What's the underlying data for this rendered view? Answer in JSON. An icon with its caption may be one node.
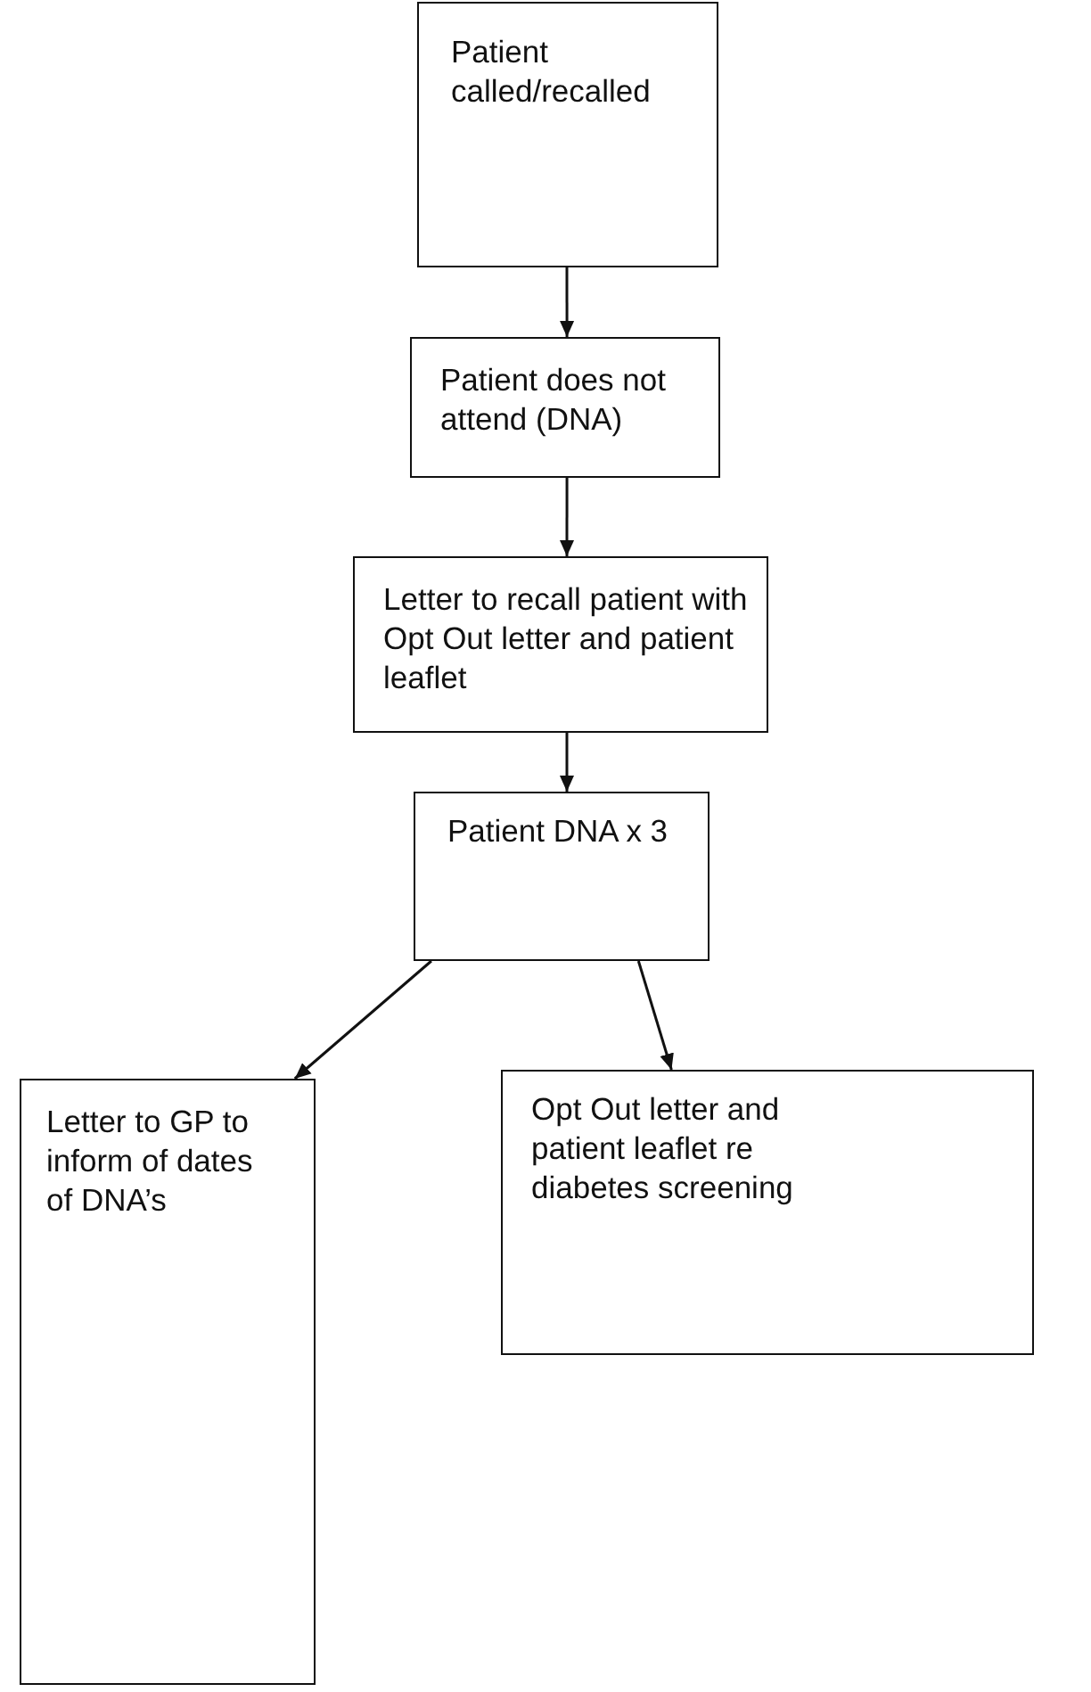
{
  "diagram": {
    "nodes": [
      {
        "text": [
          "Patient called/recalled"
        ]
      },
      {
        "text": [
          "Patient does not attend (DNA)"
        ]
      },
      {
        "text": [
          "Letter to recall patient with Opt Out letter and patient leaflet"
        ]
      },
      {
        "text": [
          "Patient DNA x 3"
        ]
      },
      {
        "text": [
          "Letter to GP to inform of dates of DNA’s"
        ]
      },
      {
        "text": [
          "Opt Out letter and patient leaflet re diabetes screening"
        ]
      }
    ],
    "edges": [
      {
        "from": 0,
        "to": 1,
        "arrow": "to"
      },
      {
        "from": 1,
        "to": 2,
        "arrow": "to"
      },
      {
        "from": 2,
        "to": 3,
        "arrow": "to"
      },
      {
        "from": 3,
        "to": 4,
        "arrow": "to"
      },
      {
        "from": 3,
        "to": 5,
        "arrow": "to"
      }
    ]
  }
}
